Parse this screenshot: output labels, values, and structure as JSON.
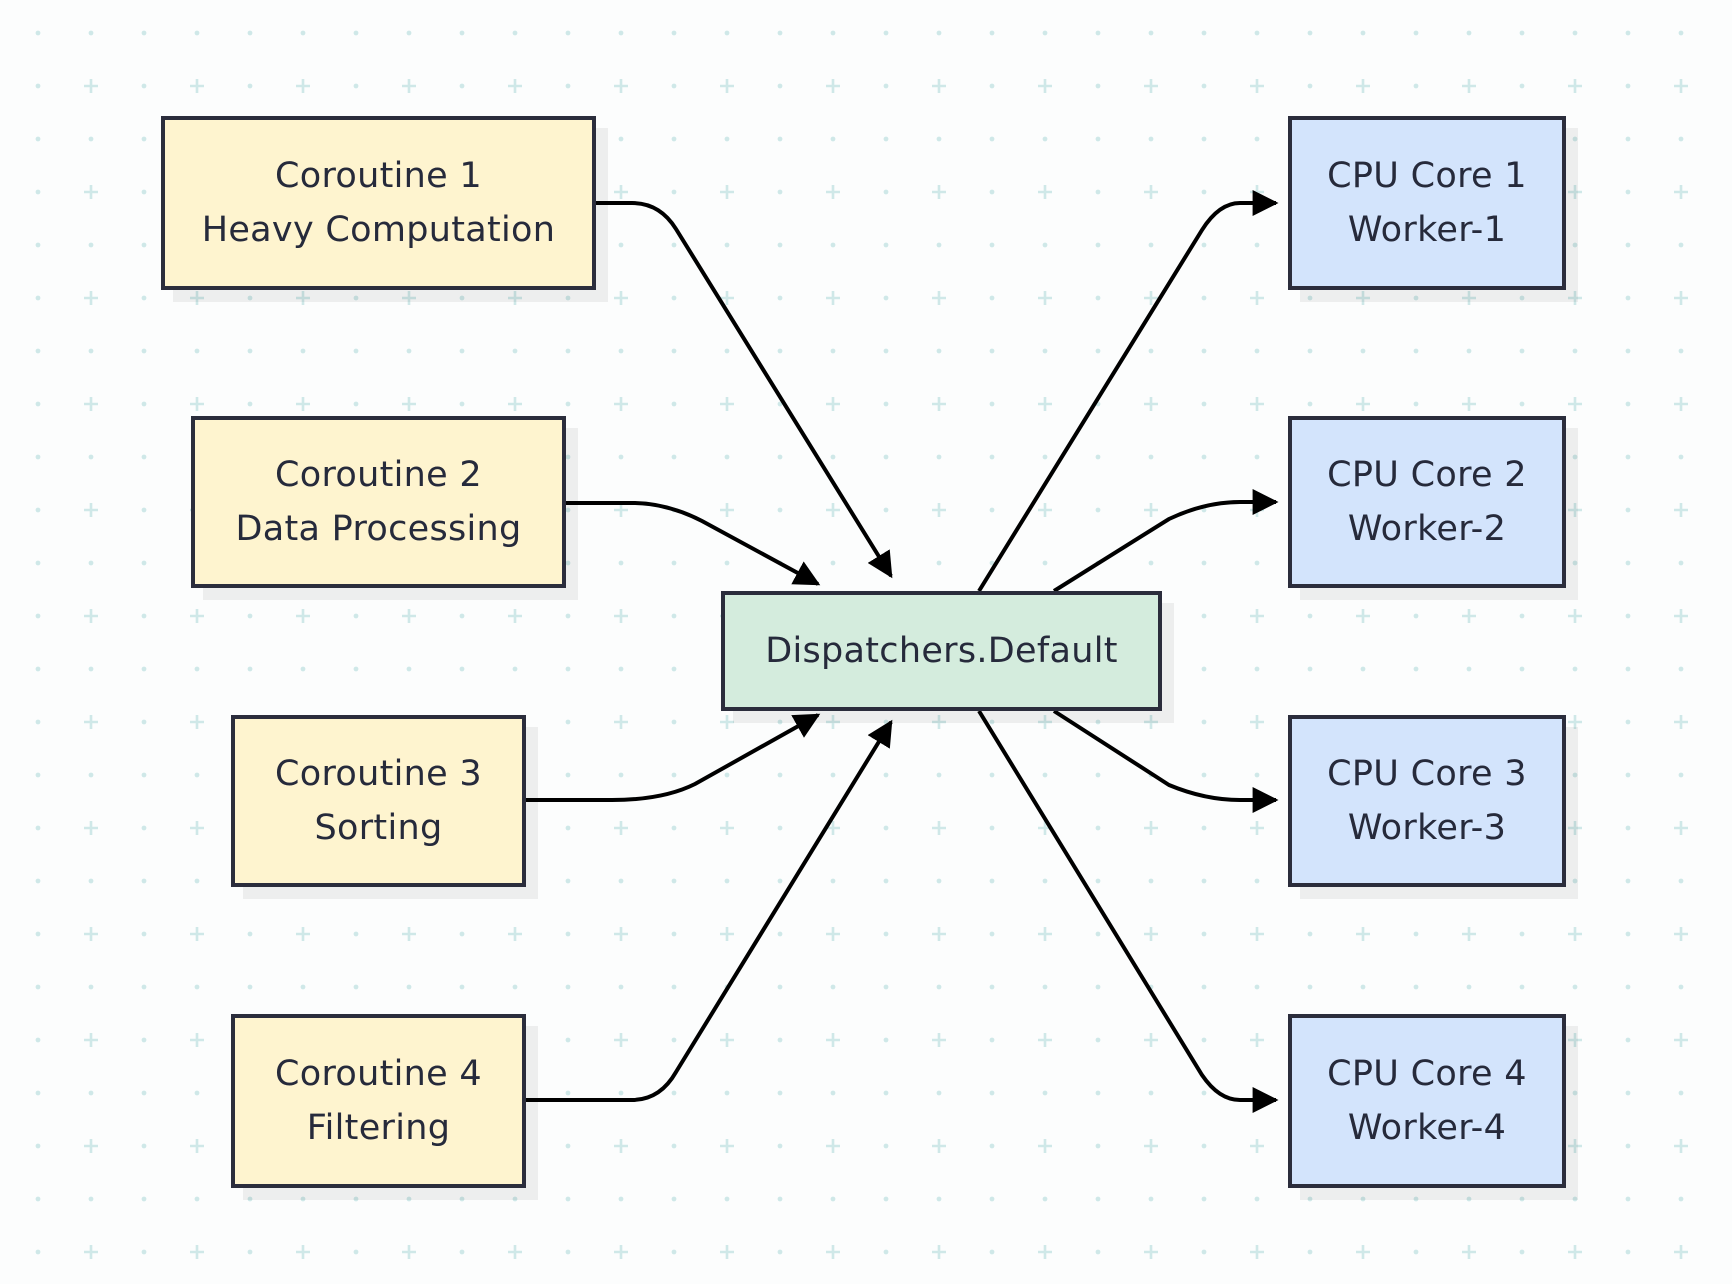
{
  "colors": {
    "coroutine_fill": "#fef4cf",
    "dispatcher_fill": "#d4ecdd",
    "core_fill": "#d3e4fc",
    "border": "#2b2d3c",
    "edge": "#000000",
    "grid": "#cfe8e8"
  },
  "coroutines": [
    {
      "title": "Coroutine 1",
      "subtitle": "Heavy Computation"
    },
    {
      "title": "Coroutine 2",
      "subtitle": "Data Processing"
    },
    {
      "title": "Coroutine 3",
      "subtitle": "Sorting"
    },
    {
      "title": "Coroutine 4",
      "subtitle": "Filtering"
    }
  ],
  "dispatcher": {
    "label": "Dispatchers.Default"
  },
  "cores": [
    {
      "title": "CPU Core 1",
      "subtitle": "Worker-1"
    },
    {
      "title": "CPU Core 2",
      "subtitle": "Worker-2"
    },
    {
      "title": "CPU Core 3",
      "subtitle": "Worker-3"
    },
    {
      "title": "CPU Core 4",
      "subtitle": "Worker-4"
    }
  ],
  "edges": [
    {
      "from": "coroutine-1",
      "to": "dispatcher"
    },
    {
      "from": "coroutine-2",
      "to": "dispatcher"
    },
    {
      "from": "coroutine-3",
      "to": "dispatcher"
    },
    {
      "from": "coroutine-4",
      "to": "dispatcher"
    },
    {
      "from": "dispatcher",
      "to": "cpu-core-1"
    },
    {
      "from": "dispatcher",
      "to": "cpu-core-2"
    },
    {
      "from": "dispatcher",
      "to": "cpu-core-3"
    },
    {
      "from": "dispatcher",
      "to": "cpu-core-4"
    }
  ]
}
